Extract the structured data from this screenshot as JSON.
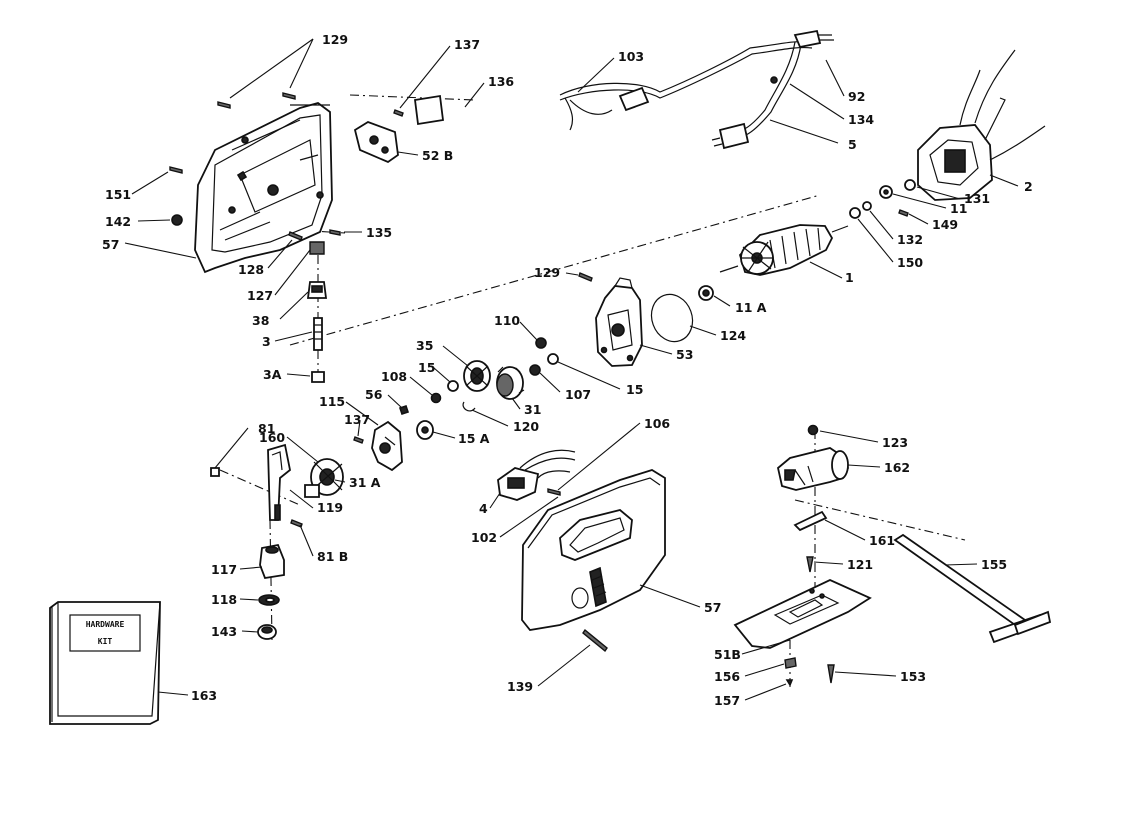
{
  "labels": {
    "p129a": "129",
    "p137a": "137",
    "p136a": "136",
    "p103": "103",
    "p92": "92",
    "p134": "134",
    "p5": "5",
    "p2": "2",
    "p131": "131",
    "p11": "11",
    "p149": "149",
    "p132": "132",
    "p150": "150",
    "p1": "1",
    "p52b": "52 B",
    "p151": "151",
    "p142": "142",
    "p57a": "57",
    "p135": "135",
    "p128": "128",
    "p127": "127",
    "p38": "38",
    "p3": "3",
    "p3a": "3A",
    "p129b": "129",
    "p11a": "11 A",
    "p124": "124",
    "p53": "53",
    "p110": "110",
    "p35": "35",
    "p15a": "15",
    "p108": "108",
    "p107": "107",
    "p15b": "15",
    "p31": "31",
    "p56": "56",
    "p115": "115",
    "p120": "120",
    "p137b": "137",
    "p15A": "15 A",
    "p81": "81",
    "p160": "160",
    "p31a": "31 A",
    "p119": "119",
    "p81b": "81 B",
    "p106": "106",
    "p4": "4",
    "p102": "102",
    "p57b": "57",
    "p117": "117",
    "p118": "118",
    "p143": "143",
    "p163": "163",
    "p139": "139",
    "p123": "123",
    "p162": "162",
    "p161": "161",
    "p121": "121",
    "p155": "155",
    "p51b": "51B",
    "p156": "156",
    "p157": "157",
    "p153": "153"
  },
  "kit": {
    "line1": "HARDWARE",
    "line2": "KIT"
  }
}
